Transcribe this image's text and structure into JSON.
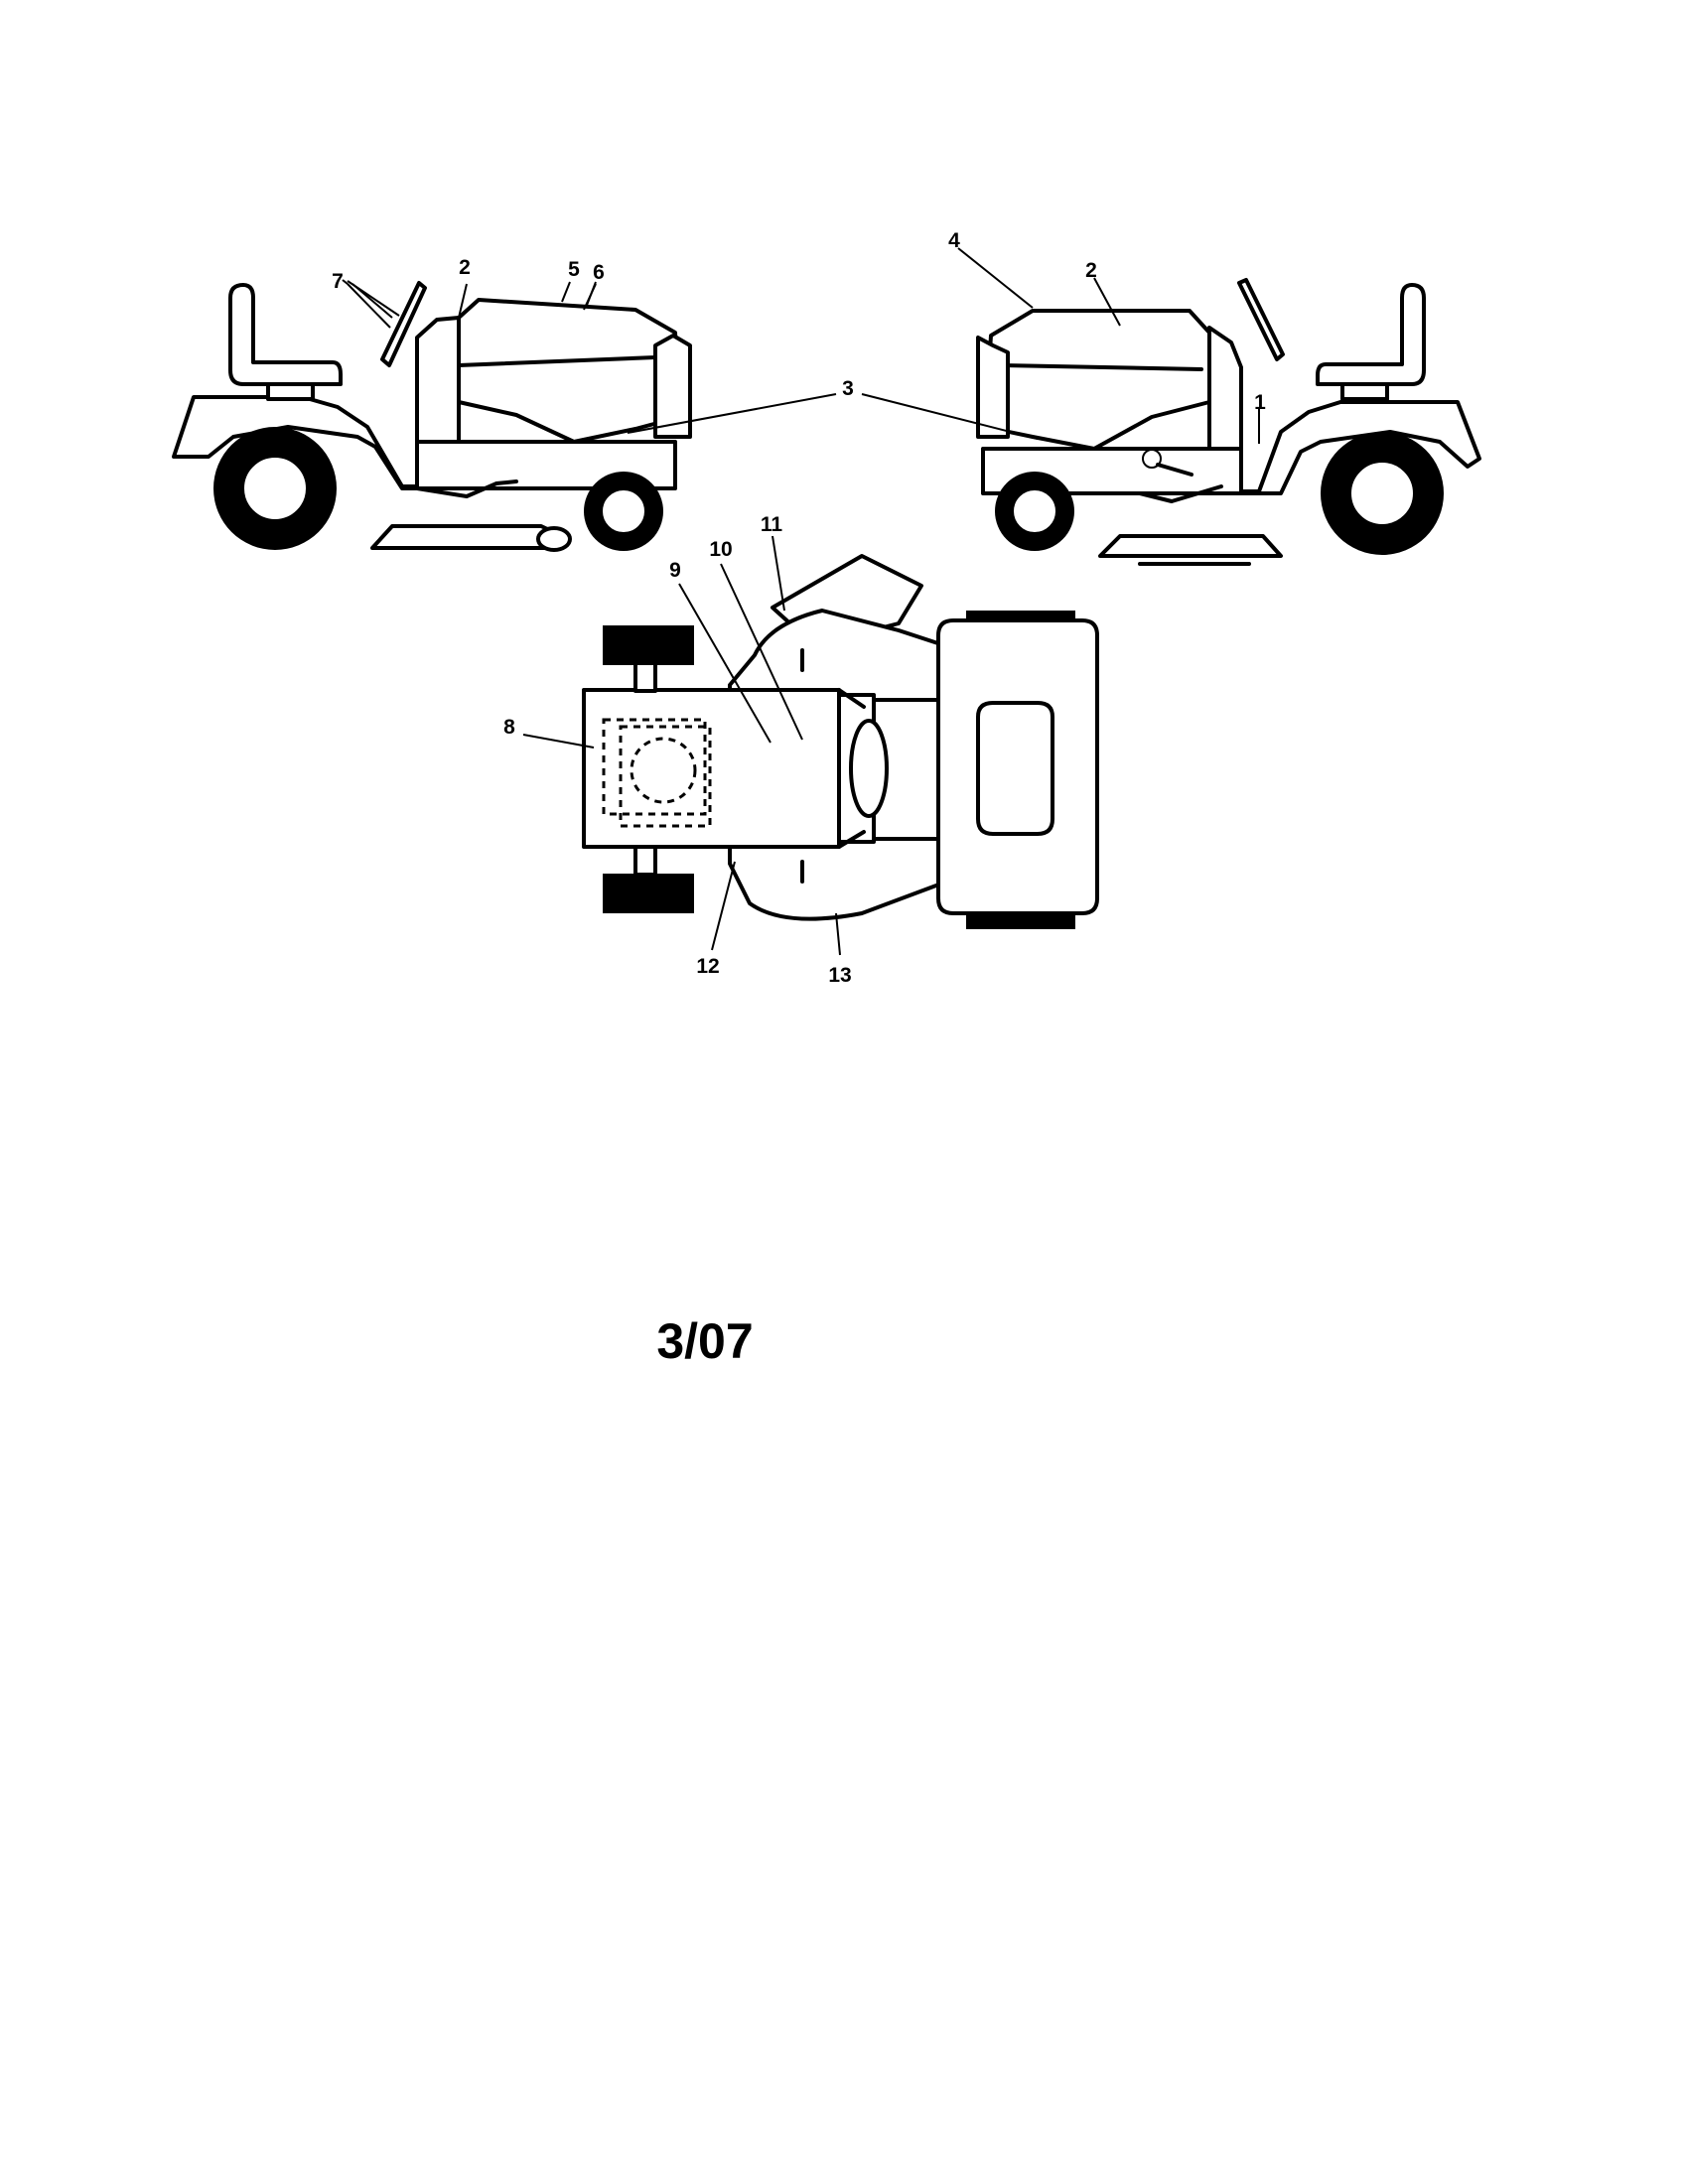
{
  "diagram": {
    "callouts": [
      "1",
      "2",
      "3",
      "4",
      "5",
      "6",
      "7",
      "8",
      "9",
      "10",
      "11",
      "12",
      "13"
    ]
  },
  "footer": {
    "date_code": "3/07"
  }
}
